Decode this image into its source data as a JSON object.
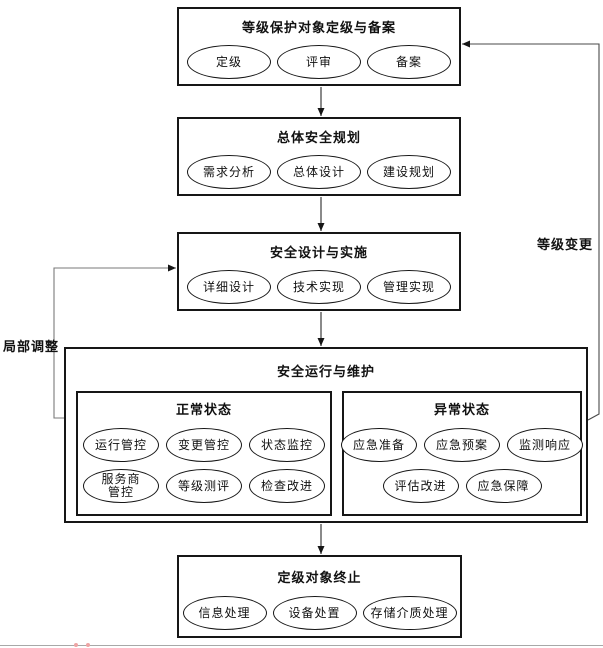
{
  "diagram": {
    "stages": [
      {
        "title": "等级保护对象定级与备案",
        "items": [
          "定级",
          "评审",
          "备案"
        ]
      },
      {
        "title": "总体安全规划",
        "items": [
          "需求分析",
          "总体设计",
          "建设规划"
        ]
      },
      {
        "title": "安全设计与实施",
        "items": [
          "详细设计",
          "技术实现",
          "管理实现"
        ]
      },
      {
        "title": "安全运行与维护",
        "groups": [
          {
            "title": "正常状态",
            "items": [
              "运行管控",
              "变更管控",
              "状态监控",
              "服务商管控",
              "等级测评",
              "检查改进"
            ]
          },
          {
            "title": "异常状态",
            "items": [
              "应急准备",
              "应急预案",
              "监测响应",
              "评估改进",
              "应急保障"
            ]
          }
        ]
      },
      {
        "title": "定级对象终止",
        "items": [
          "信息处理",
          "设备处置",
          "存储介质处理"
        ]
      }
    ],
    "feedback_labels": {
      "right": "等级变更",
      "left": "局部调整"
    },
    "colors": {
      "box_border": "#161616",
      "connector": "#4a4a4a",
      "background": "#ffffff",
      "watermark_pink": "#eda4a4"
    }
  }
}
